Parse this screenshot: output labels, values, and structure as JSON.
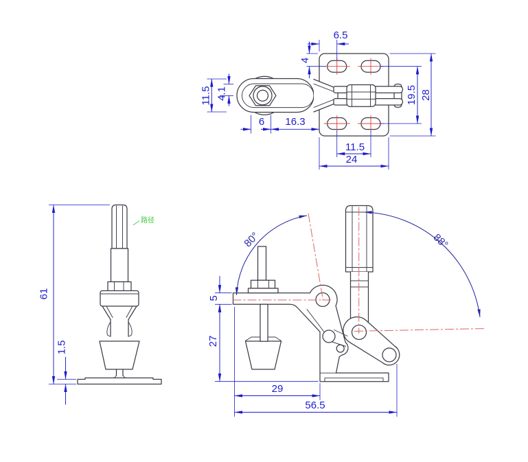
{
  "drawing": {
    "kind": "engineering-drawing",
    "subject": "vertical handle toggle clamp, three orthographic views",
    "colors": {
      "background": "#ffffff",
      "part_line": "#3b3b46",
      "dimension_blue": "#1c1ccd",
      "angle_navy": "#2a2aa0",
      "center_mark_red": "#dd4343",
      "construction_red": "#dd6565",
      "watermark_green": "#3ecb3e"
    },
    "views": {
      "top_view": {
        "dims": {
          "edge_to_hole": "6.5",
          "top_to_hole": "4",
          "arm_width": "11.5",
          "arm_half": "4.1",
          "bushing": "6",
          "arm_to_plate": "16.3",
          "hole_pitch_v": "19.5",
          "plate_height": "28",
          "hole_pitch_h": "11.5",
          "plate_width": "24"
        }
      },
      "side_view": {
        "dims": {
          "overall_height": "61",
          "base_thickness": "1.5"
        },
        "watermark": "路径"
      },
      "front_view": {
        "dims": {
          "arm_thickness": "5",
          "arm_to_base": "27",
          "base_length": "29",
          "overall_length": "56.5"
        },
        "angles": {
          "bar_open": "80°",
          "handle_travel": "88°"
        }
      }
    }
  }
}
